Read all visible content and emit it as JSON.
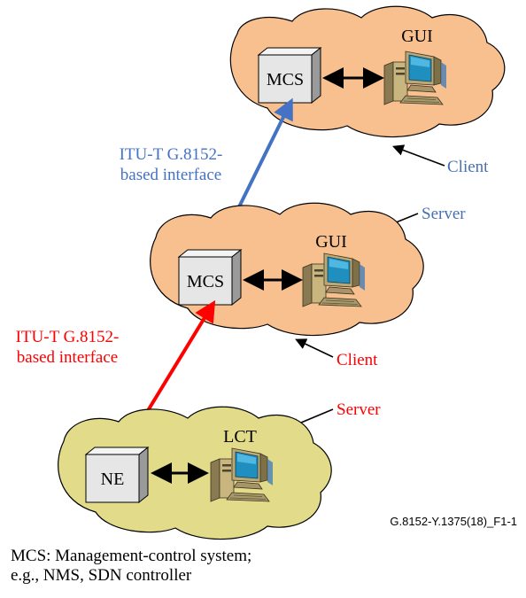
{
  "top_cloud": {
    "box_label": "MCS",
    "terminal_label": "GUI",
    "role_label": "Client"
  },
  "middle_cloud": {
    "box_label": "MCS",
    "terminal_label": "GUI",
    "role_server_label": "Server",
    "role_client_label": "Client"
  },
  "bottom_cloud": {
    "box_label": "NE",
    "terminal_label": "LCT",
    "role_label": "Server"
  },
  "upper_interface": {
    "line1": "ITU-T G.8152-",
    "line2": "based interface",
    "color": "#4472C4"
  },
  "lower_interface": {
    "line1": "ITU-T G.8152-",
    "line2": "based interface",
    "color": "#FF0000"
  },
  "colors": {
    "orange_cloud": "#F8C08F",
    "green_cloud": "#E2DC8A",
    "role_label_text": "#4A6FB0",
    "box_fill": "#E6E6E6"
  },
  "figure_id": "G.8152-Y.1375(18)_F1-1",
  "footnote": {
    "line1": "MCS: Management-control system;",
    "line2": "e.g., NMS, SDN controller"
  }
}
